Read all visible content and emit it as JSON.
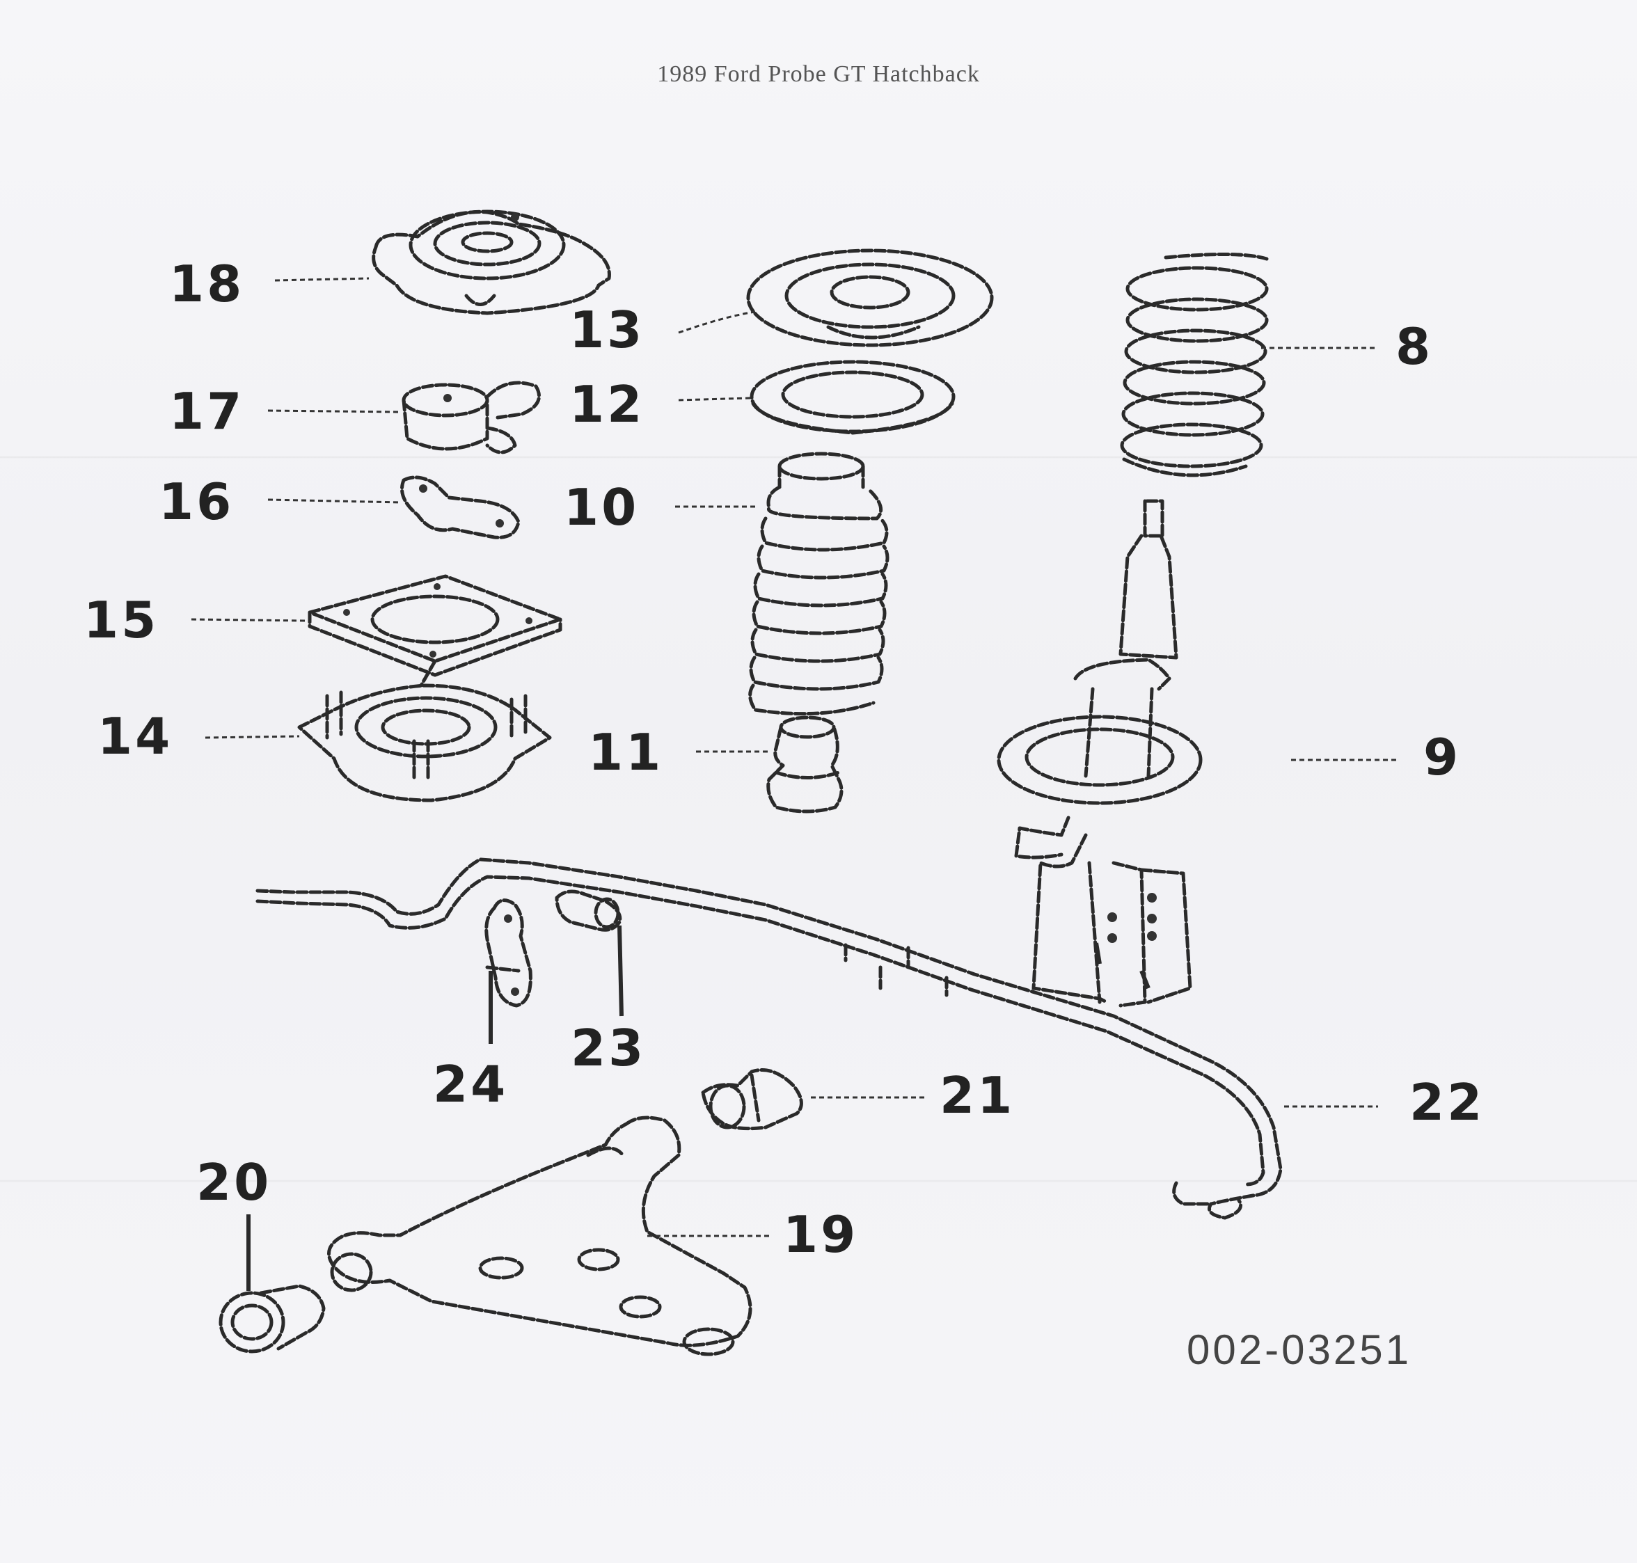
{
  "document": {
    "title": "1989 Ford Probe GT Hatchback",
    "part_number": "002-03251"
  },
  "callouts": {
    "c8": "8",
    "c9": "9",
    "c10": "10",
    "c11": "11",
    "c12": "12",
    "c13": "13",
    "c14": "14",
    "c15": "15",
    "c16": "16",
    "c17": "17",
    "c18": "18",
    "c19": "19",
    "c20": "20",
    "c21": "21",
    "c22": "22",
    "c23": "23",
    "c24": "24"
  }
}
